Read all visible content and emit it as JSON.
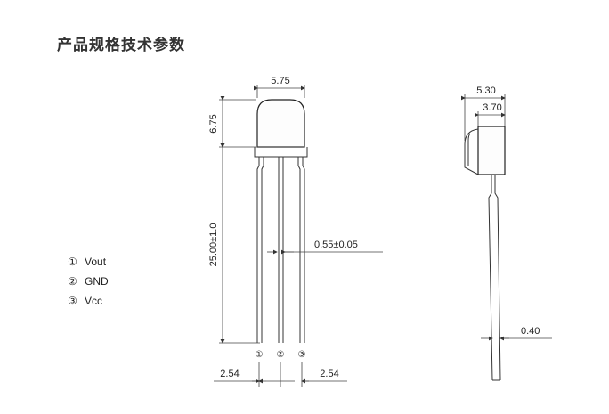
{
  "title": "产品规格技术参数",
  "front_view": {
    "body_width": "5.75",
    "body_height": "6.75",
    "lead_length": "25.00±1.0",
    "lead_width": "0.55±0.05",
    "pitch_left": "2.54",
    "pitch_right": "2.54",
    "pins": [
      "①",
      "②",
      "③"
    ]
  },
  "side_view": {
    "total_depth": "5.30",
    "lens_depth": "3.70",
    "lead_thickness": "0.40"
  },
  "legend": [
    {
      "num": "①",
      "label": "Vout"
    },
    {
      "num": "②",
      "label": "GND"
    },
    {
      "num": "③",
      "label": "Vcc"
    }
  ]
}
